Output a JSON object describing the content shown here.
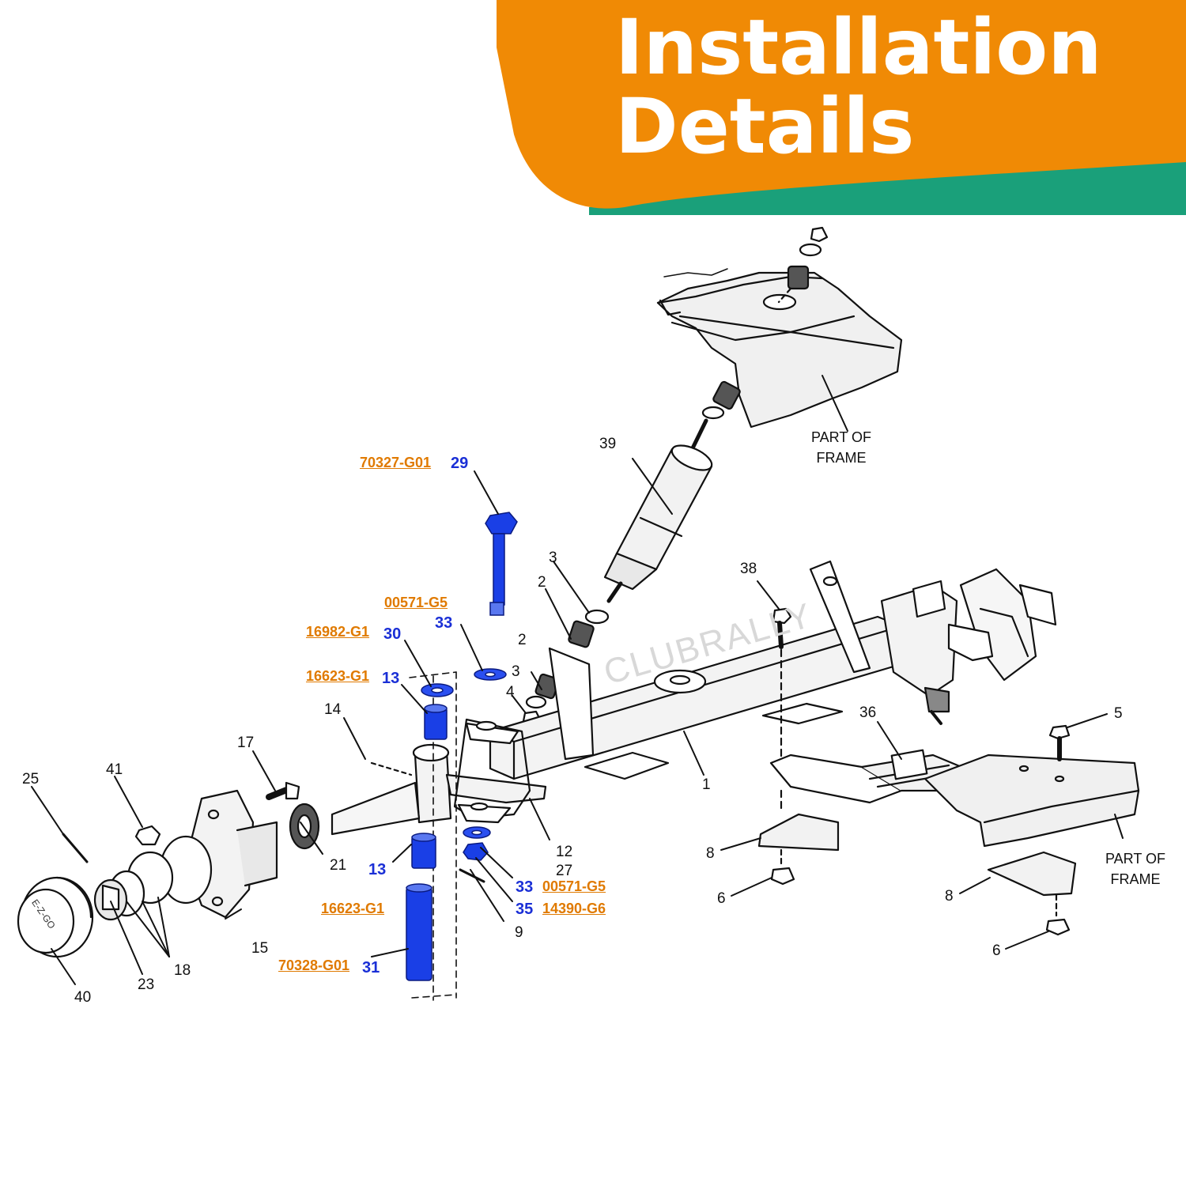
{
  "header": {
    "title_line1": "Installation",
    "title_line2": "Details",
    "colors": {
      "banner": "#f08a05",
      "stripe": "#1aa07a"
    }
  },
  "watermark": "CLUBRALLY",
  "callouts": {
    "n1": "1",
    "n2a": "2",
    "n2b": "2",
    "n3a": "3",
    "n3b": "3",
    "n4": "4",
    "n5": "5",
    "n6a": "6",
    "n6b": "6",
    "n8a": "8",
    "n8b": "8",
    "n9": "9",
    "n12": "12",
    "n14": "14",
    "n15": "15",
    "n17": "17",
    "n18": "18",
    "n21": "21",
    "n23": "23",
    "n25": "25",
    "n27": "27",
    "n36": "36",
    "n38": "38",
    "n39": "39",
    "n40": "40",
    "n41": "41"
  },
  "highlighted": {
    "b29": "29",
    "b33a": "33",
    "b30": "30",
    "b13a": "13",
    "b13b": "13",
    "b31": "31",
    "b33b": "33",
    "b35": "35"
  },
  "parts": {
    "p70327": "70327-G01",
    "p00571a": "00571-G5",
    "p16982": "16982-G1",
    "p16623a": "16623-G1",
    "p16623b": "16623-G1",
    "p70328": "70328-G01",
    "p00571b": "00571-G5",
    "p14390": "14390-G6"
  },
  "frame_labels": {
    "top_l1": "PART OF",
    "top_l2": "FRAME",
    "bottom_l1": "PART OF",
    "bottom_l2": "FRAME"
  },
  "hub_cap_text": "E-Z-GO"
}
